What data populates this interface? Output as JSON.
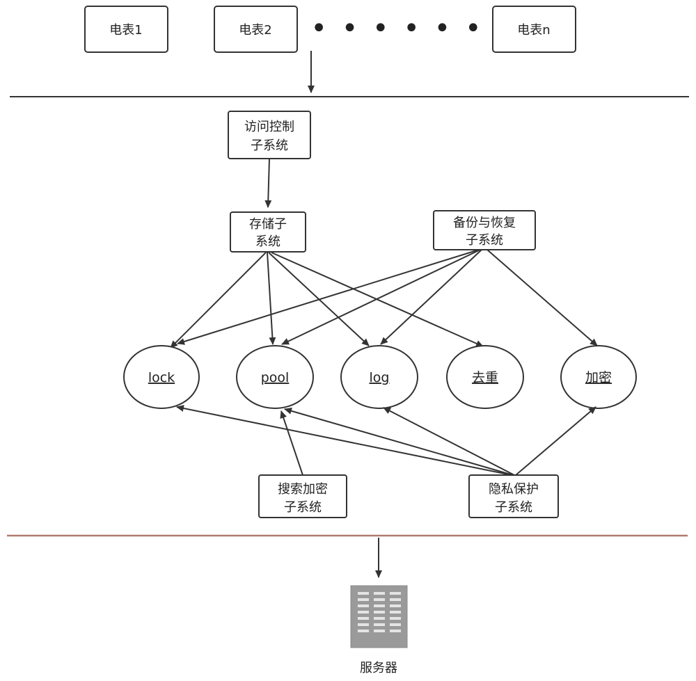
{
  "meters": {
    "m1": "电表1",
    "m2": "电表2",
    "dots": "• • • • • •",
    "mn": "电表n"
  },
  "subsystems": {
    "access_control": [
      "访问控制",
      "子系统"
    ],
    "storage": [
      "存储子",
      "系统"
    ],
    "backup": [
      "备份与恢复",
      "子系统"
    ],
    "search_encrypt": [
      "搜索加密",
      "子系统"
    ],
    "privacy": [
      "隐私保护",
      "子系统"
    ]
  },
  "modules": {
    "lock": "lock",
    "pool": "pool",
    "log": "log",
    "dedup": "去重",
    "encrypt": "加密"
  },
  "server": {
    "label": "服务器"
  },
  "colors": {
    "stroke": "#333333",
    "bottom_line": "#b07a70",
    "server_body": "#9a9a9a",
    "server_slot": "#e4e4e4"
  }
}
